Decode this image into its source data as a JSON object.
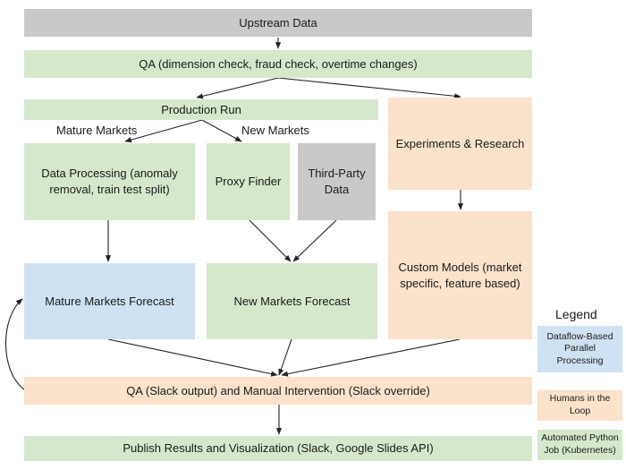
{
  "nodes": {
    "upstream": "Upstream Data",
    "qa_top": "QA (dimension check, fraud check, overtime changes)",
    "production_run": "Production Run",
    "data_processing": "Data Processing (anomaly removal, train test split)",
    "proxy_finder": "Proxy Finder",
    "third_party": "Third-Party Data",
    "experiments": "Experiments & Research",
    "custom_models": "Custom Models (market specific, feature based)",
    "mature_forecast": "Mature Markets Forecast",
    "new_forecast": "New Markets Forecast",
    "qa_slack": "QA (Slack output) and Manual Intervention (Slack override)",
    "publish": "Publish Results and Visualization (Slack, Google Slides API)"
  },
  "edge_labels": {
    "mature_markets": "Mature Markets",
    "new_markets": "New Markets"
  },
  "legend": {
    "title": "Legend",
    "items": [
      {
        "label": "Dataflow-Based Parallel Processing",
        "color": "#cfe2f3"
      },
      {
        "label": "Humans in the Loop",
        "color": "#fbe2cb"
      },
      {
        "label": "Automated Python Job (Kubernetes)",
        "color": "#d5e8cc"
      }
    ]
  },
  "colors": {
    "gray": "#c9c9c9",
    "green": "#d5e8cc",
    "blue": "#cfe2f3",
    "orange": "#fbe2cb",
    "edge": "#222222"
  }
}
